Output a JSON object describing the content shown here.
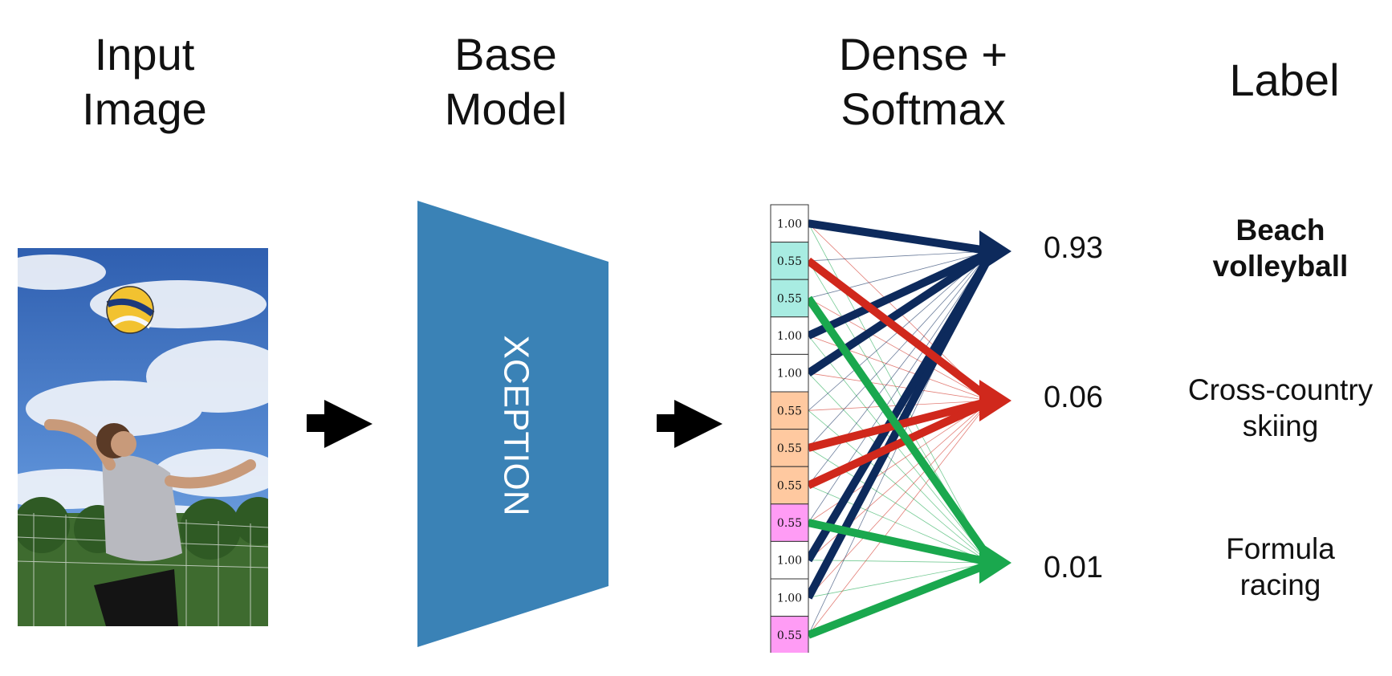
{
  "headers": {
    "input": [
      "Input",
      "Image"
    ],
    "base": [
      "Base",
      "Model"
    ],
    "dense": [
      "Dense +",
      "Softmax"
    ],
    "label": "Label"
  },
  "base_model": {
    "name": "XCEPTION",
    "color": "#3a82b6"
  },
  "feature_vector": [
    {
      "value": "1.00",
      "color": "#ffffff"
    },
    {
      "value": "0.55",
      "color": "#a8ece2"
    },
    {
      "value": "0.55",
      "color": "#a8ece2"
    },
    {
      "value": "1.00",
      "color": "#ffffff"
    },
    {
      "value": "1.00",
      "color": "#ffffff"
    },
    {
      "value": "0.55",
      "color": "#ffc9a0"
    },
    {
      "value": "0.55",
      "color": "#ffc9a0"
    },
    {
      "value": "0.55",
      "color": "#ffc9a0"
    },
    {
      "value": "0.55",
      "color": "#ff9cf5"
    },
    {
      "value": "1.00",
      "color": "#ffffff"
    },
    {
      "value": "1.00",
      "color": "#ffffff"
    },
    {
      "value": "0.55",
      "color": "#ff9cf5"
    }
  ],
  "outputs": [
    {
      "probability": "0.93",
      "label": [
        "Beach",
        "volleyball"
      ],
      "color": "#0d2a5c",
      "highlight": true
    },
    {
      "probability": "0.06",
      "label": [
        "Cross-country",
        "skiing"
      ],
      "color": "#d0281c",
      "highlight": false
    },
    {
      "probability": "0.01",
      "label": [
        "Formula",
        "racing"
      ],
      "color": "#1aa84e",
      "highlight": false
    }
  ],
  "strong_connections": [
    {
      "from": 0,
      "to": 0
    },
    {
      "from": 3,
      "to": 0
    },
    {
      "from": 4,
      "to": 0
    },
    {
      "from": 9,
      "to": 0
    },
    {
      "from": 10,
      "to": 0
    },
    {
      "from": 1,
      "to": 1
    },
    {
      "from": 6,
      "to": 1
    },
    {
      "from": 7,
      "to": 1
    },
    {
      "from": 2,
      "to": 2
    },
    {
      "from": 8,
      "to": 2
    },
    {
      "from": 11,
      "to": 2
    }
  ]
}
